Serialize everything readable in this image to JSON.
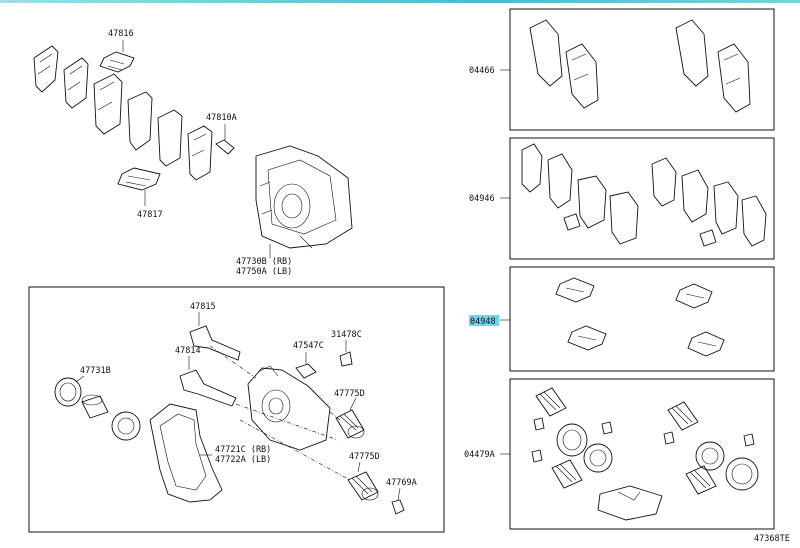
{
  "diagram": {
    "figure_code": "47368TE",
    "main_callouts": {
      "retainer_upper": "47816",
      "bleeder": "47810A",
      "retainer_lower": "47817",
      "caliper_rb": "47730B (RB)",
      "caliper_lb": "47750A (LB)",
      "slide_pin_upper": "47815",
      "slide_pin_lower": "47814",
      "boot_cap": "47547C",
      "plug": "31478C",
      "seal_kit": "47731B",
      "boot_upper": "47775D",
      "boot_lower": "47775D",
      "mounting_rb": "47721C (RB)",
      "mounting_lb": "47722A (LB)",
      "cap": "47769A"
    },
    "kit_labels": {
      "pad_kit": "04466",
      "pad_shim_kit": "04946",
      "fitting_kit": "04948",
      "cylinder_kit": "04479A"
    },
    "highlight_color": "#6fd3ee",
    "accent_color": "#4fb9cf"
  }
}
